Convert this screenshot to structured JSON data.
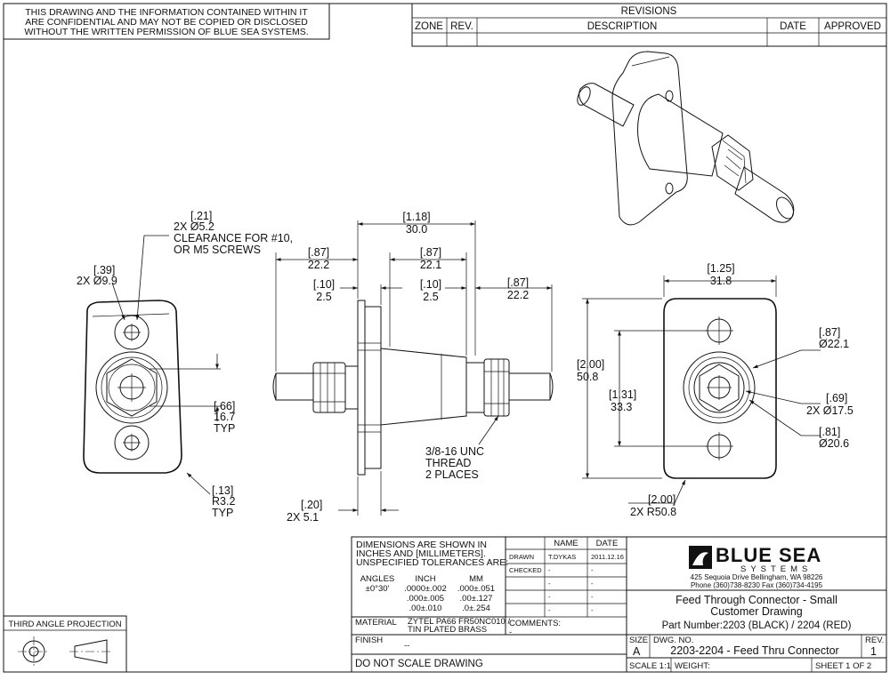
{
  "confidential_notice": [
    "THIS DRAWING AND THE INFORMATION CONTAINED WITHIN IT",
    "ARE CONFIDENTIAL AND MAY NOT BE COPIED OR DISCLOSED",
    "WITHOUT THE WRITTEN PERMISSION OF BLUE SEA SYSTEMS."
  ],
  "revisions": {
    "title": "REVISIONS",
    "headers": [
      "ZONE",
      "REV.",
      "DESCRIPTION",
      "DATE",
      "APPROVED"
    ]
  },
  "left_view": {
    "hole_dim": {
      "inch": "[.21]",
      "label": "2X Ø5.2",
      "note1": "CLEARANCE FOR #10,",
      "note2": "OR M5 SCREWS"
    },
    "cbore_dim": {
      "inch": "[.39]",
      "label": "2X Ø9.9"
    },
    "spacing_dim": {
      "inch": "[.66]",
      "mm": "16.7",
      "note": "TYP"
    },
    "radius_dim": {
      "inch": "[.13]",
      "mm": "R3.2",
      "note": "TYP"
    }
  },
  "side_view": {
    "overall": {
      "inch": "[1.18]",
      "mm": "30.0"
    },
    "left_stud": {
      "inch": "[.87]",
      "mm": "22.2"
    },
    "center_len": {
      "inch": "[.87]",
      "mm": "22.1"
    },
    "right_stud": {
      "inch": "[.87]",
      "mm": "22.2"
    },
    "left_flange": {
      "inch": "[.10]",
      "mm": "2.5"
    },
    "right_flange": {
      "inch": "[.10]",
      "mm": "2.5"
    },
    "thread_note": [
      "3/8-16 UNC",
      "THREAD",
      "2 PLACES"
    ],
    "bottom_dim": {
      "inch": "[.20]",
      "label": "2X  5.1"
    }
  },
  "front_view": {
    "width": {
      "inch": "[1.25]",
      "mm": "31.8"
    },
    "height": {
      "inch": "[2.00]",
      "mm": "50.8"
    },
    "hole_spacing": {
      "inch": "[1.31]",
      "mm": "33.3"
    },
    "d1": {
      "inch": "[.87]",
      "label": "Ø22.1"
    },
    "d2": {
      "inch": "[.69]",
      "label": "2X Ø17.5"
    },
    "d3": {
      "inch": "[.81]",
      "label": "Ø20.6"
    },
    "radius": {
      "inch": "[2.00]",
      "label": "2X R50.8"
    }
  },
  "title_block": {
    "dims_note": [
      "DIMENSIONS ARE SHOWN IN",
      "INCHES AND [MILLIMETERS].",
      "UNSPECIFIED TOLERANCES ARE:"
    ],
    "tol_headers": [
      "ANGLES",
      "INCH",
      "MM"
    ],
    "tol_angle": "±0°30'",
    "tol_inch": [
      ".0000±.002",
      ".000±.005",
      ".00±.010"
    ],
    "tol_mm": [
      ".000±.051",
      ".00±.127",
      ".0±.254"
    ],
    "material_label": "MATERIAL",
    "material_value": [
      "ZYTEL PA66 FR50NC010 /",
      "TIN PLATED BRASS"
    ],
    "finish_label": "FINISH",
    "finish_value": "--",
    "no_scale": "DO NOT SCALE DRAWING",
    "sig_headers": [
      "NAME",
      "DATE"
    ],
    "drawn_label": "DRAWN",
    "drawn_name": "T.DYKAS",
    "drawn_date": "2011.12.16",
    "checked_label": "CHECKED",
    "dash": "-",
    "comments_label": "COMMENTS:",
    "comments_value": "-",
    "logo_main": "BLUE SEA",
    "logo_sub": "SYSTEMS",
    "address": "425 Sequoia Drive   Bellingham, WA 98226",
    "phone": "Phone (360)738-8230   Fax (360)734-4195",
    "title1": "Feed Through Connector - Small",
    "title2": "Customer Drawing",
    "part_number": "Part Number:2203 (BLACK) / 2204 (RED)",
    "size_label": "SIZE",
    "size_value": "A",
    "dwg_label": "DWG. NO.",
    "dwg_value": "2203-2204 - Feed Thru Connector",
    "rev_label": "REV.",
    "rev_value": "1",
    "scale": "SCALE 1:1",
    "weight": "WEIGHT:",
    "sheet": "SHEET 1 OF 2",
    "projection_label": "THIRD ANGLE PROJECTION"
  }
}
